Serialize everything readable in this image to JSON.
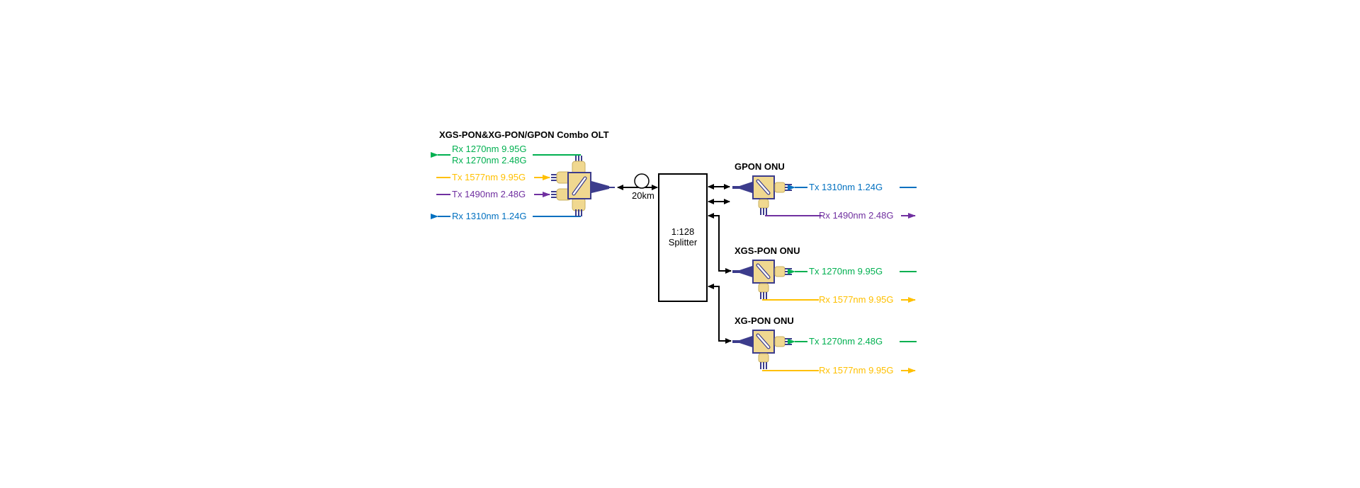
{
  "colors": {
    "green": "#00b050",
    "yellow": "#ffc000",
    "purple": "#7030a0",
    "blue": "#0070c0",
    "device_body": "#f0d890",
    "device_border": "#3c3c8c",
    "fiber": "#3c3c8c",
    "black": "#000000"
  },
  "olt": {
    "title": "XGS-PON&XG-PON/GPON Combo OLT",
    "signals": [
      {
        "label": "Rx 1270nm 9.95G",
        "color": "green",
        "direction": "out-left"
      },
      {
        "label": "Rx 1270nm 2.48G",
        "color": "green",
        "direction": "out-left"
      },
      {
        "label": "Tx 1577nm 9.95G",
        "color": "yellow",
        "direction": "in"
      },
      {
        "label": "Tx 1490nm 2.48G",
        "color": "purple",
        "direction": "in"
      },
      {
        "label": "Rx 1310nm 1.24G",
        "color": "blue",
        "direction": "out-left"
      }
    ]
  },
  "fiber": {
    "distance_label": "20km"
  },
  "splitter": {
    "ratio": "1:128",
    "name": "Splitter"
  },
  "onus": [
    {
      "title": "GPON ONU",
      "tx": {
        "label": "Tx 1310nm 1.24G",
        "color": "blue"
      },
      "rx": {
        "label": "Rx 1490nm 2.48G",
        "color": "purple"
      }
    },
    {
      "title": "XGS-PON ONU",
      "tx": {
        "label": "Tx 1270nm 9.95G",
        "color": "green"
      },
      "rx": {
        "label": "Rx 1577nm 9.95G",
        "color": "yellow"
      }
    },
    {
      "title": "XG-PON ONU",
      "tx": {
        "label": "Tx 1270nm 2.48G",
        "color": "green"
      },
      "rx": {
        "label": "Rx 1577nm 9.95G",
        "color": "yellow"
      }
    }
  ]
}
